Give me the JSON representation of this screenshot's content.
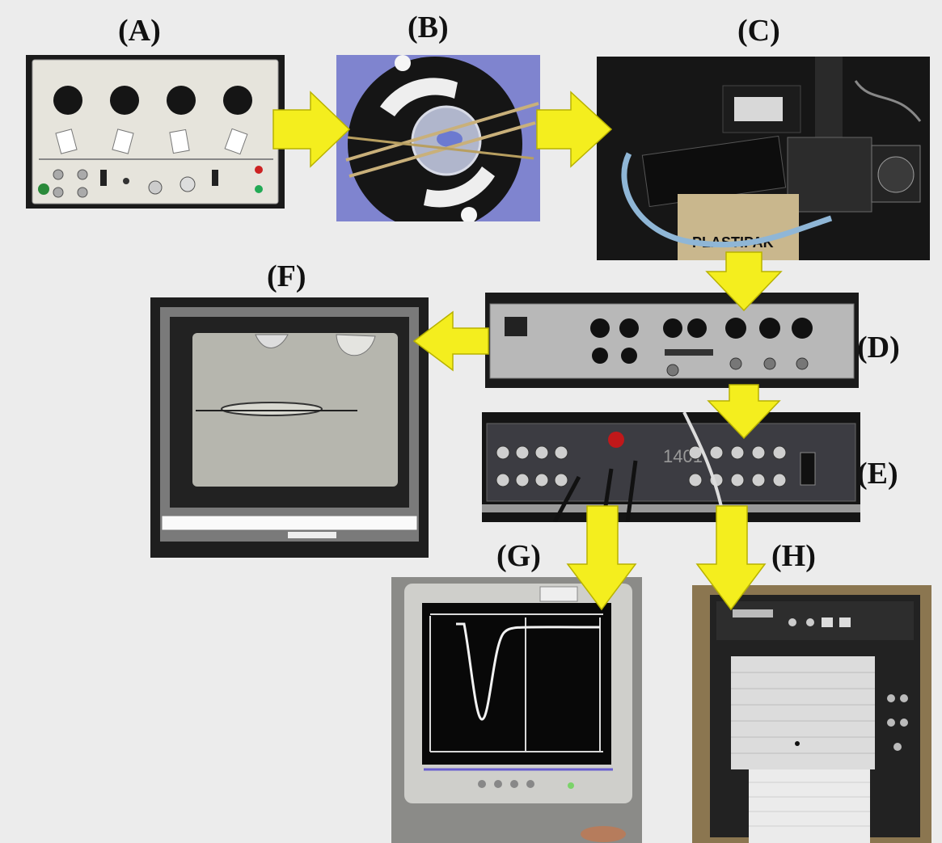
{
  "labels": {
    "a": "(A)",
    "b": "(B)",
    "c": "(C)",
    "d": "(D)",
    "e": "(E)",
    "f": "(F)",
    "g": "(G)",
    "h": "(H)"
  },
  "photo_texts": {
    "plastipak": "PLASTIPAK",
    "digitizer": "1401"
  },
  "colors": {
    "arrow": "#f4ee1e",
    "arrow_stroke": "#b8b200",
    "background": "#ececec"
  },
  "icons": {
    "arrow": "block-arrow"
  }
}
